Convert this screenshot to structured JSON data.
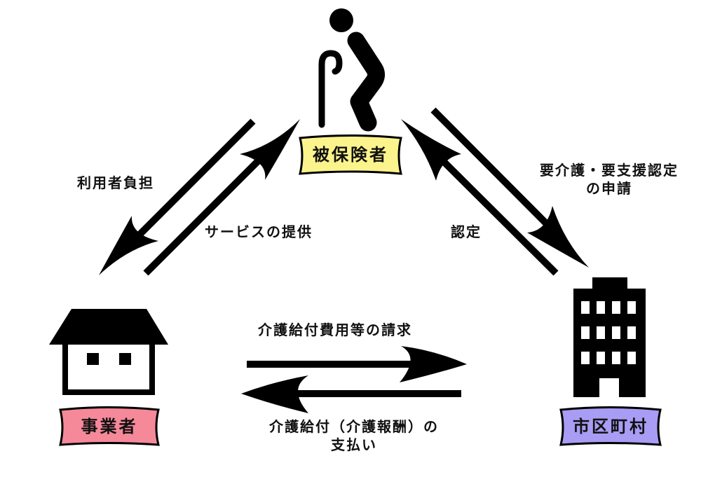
{
  "actors": {
    "insured": {
      "label": "被保険者",
      "color": "#fbf48c",
      "icon": "elderly-person-with-cane-icon"
    },
    "provider": {
      "label": "事業者",
      "color": "#f5899a",
      "icon": "house-icon"
    },
    "municipality": {
      "label": "市区町村",
      "color": "#a99cf4",
      "icon": "office-building-icon"
    }
  },
  "flows": {
    "user_burden": "利用者負担",
    "service_provision": "サービスの提供",
    "certification_application_line1": "要介護・要支援認定",
    "certification_application_line2": "の申請",
    "certification": "認定",
    "billing": "介護給付費用等の請求",
    "payment_line1": "介護給付（介護報酬）の",
    "payment_line2": "支払い"
  }
}
